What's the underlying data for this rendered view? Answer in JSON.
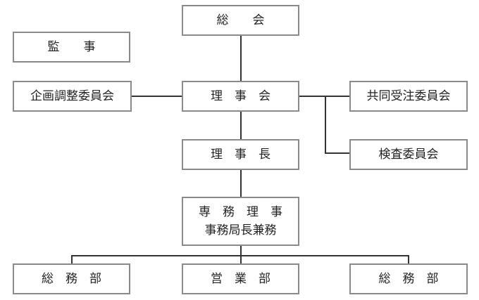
{
  "org_chart": {
    "general_meeting": "総　　会",
    "auditor": "監　　事",
    "board": "理　事　会",
    "planning_committee": "企画調整委員会",
    "joint_order_committee": "共同受注委員会",
    "inspection_committee": "検査委員会",
    "chairman": "理　事　長",
    "managing_director_line1": "専　務　理　事",
    "managing_director_line2": "事務局長兼務",
    "departments": [
      {
        "label": "総　務　部"
      },
      {
        "label": "営　業　部"
      },
      {
        "label": "総　務　部"
      }
    ]
  }
}
